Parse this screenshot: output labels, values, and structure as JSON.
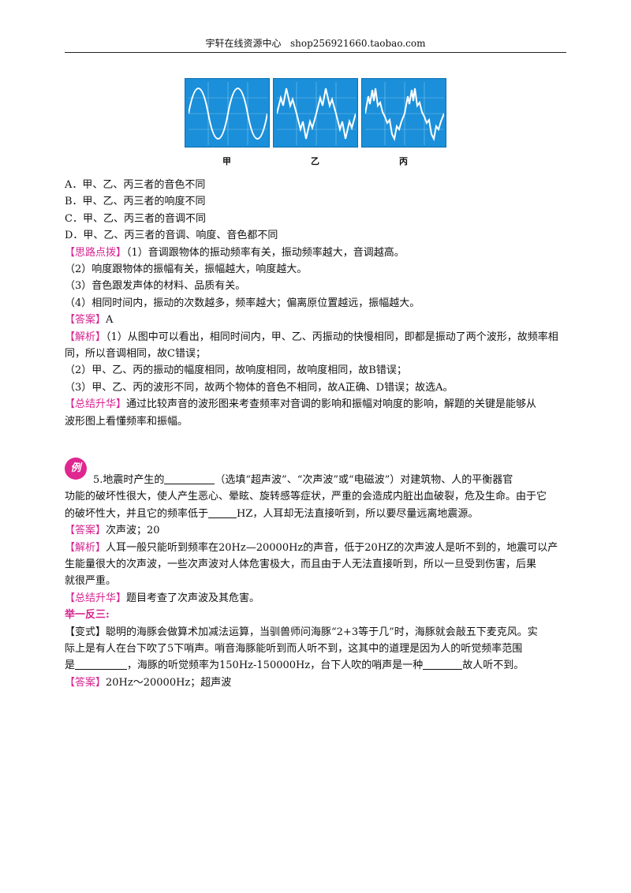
{
  "header": {
    "left": "宇轩在线资源中心",
    "right": "shop256921660.taobao.com"
  },
  "figure": {
    "labels": [
      "甲",
      "乙",
      "丙"
    ]
  },
  "options": [
    "A．甲、乙、丙三者的音色不同",
    "B．甲、乙、丙三者的响度不同",
    "C．甲、乙、丙三者的音调不同",
    "D．甲、乙、丙三者的音调、响度、音色都不同"
  ],
  "q4": {
    "tip_tag": "【思路点拨】",
    "tips": [
      "（1）音调跟物体的振动频率有关，振动频率越大，音调越高。",
      "（2）响度跟物体的振幅有关，振幅越大，响度越大。",
      "（3）音色跟发声体的材料、品质有关。",
      "（4）相同时间内，振动的次数越多，频率越大；偏离原位置越远，振幅越大。"
    ],
    "answer_tag": "【答案】",
    "answer": "A",
    "analysis_tag": "【解析】",
    "analysis": [
      "（1）从图中可以看出，相同时间内，甲、乙、丙振动的快慢相同，即都是振动了两个波形，故频率相",
      "同，所以音调相同，故C错误；",
      "（2）甲、乙、丙的振动的幅度相同，故响度相同，故响度相同，故B错误；",
      "（3）甲、乙、丙的波形不同，故两个物体的音色不相同，故A正确、D错误；故选A。"
    ],
    "summary_tag": "【总结升华】",
    "summary": [
      "通过比较声音的波形图来考查频率对音调的影响和振幅对响度的影响，解题的关键是能够从",
      "波形图上看懂频率和振幅。"
    ]
  },
  "q5": {
    "badge": "例",
    "stem_a": "5.地震时产生的",
    "stem_b": "（选填“超声波”、“次声波”或“电磁波”）对建筑物、人的平衡器官",
    "stem_line2": "功能的破坏性很大，使人产生恶心、晕眩、旋转感等症状，严重的会造成内脏出血破裂，危及生命。由于它",
    "stem_line3a": "的破坏性大，并且它的频率低于",
    "stem_line3b": "HZ，人耳却无法直接听到，所以要尽量远离地震源。",
    "answer_tag": "【答案】",
    "answer": "次声波；20",
    "analysis_tag": "【解析】",
    "analysis": [
      "人耳一般只能听到频率在20Hz—20000Hz的声音，低于20HZ的次声波人是听不到的，地震可以产",
      "生能量很大的次声波，一些次声波对人体危害极大，而且由于人无法直接听到，所以一旦受到伤害，后果",
      "就很严重。"
    ],
    "summary_tag": "【总结升华】",
    "summary": "题目考查了次声波及其危害。"
  },
  "variant": {
    "heading": "举一反三:",
    "tag": "【变式】",
    "line1": "聪明的海豚会做算术加减法运算，当驯兽师问海豚“2+3等于几”时，海豚就会敲五下麦克风。实",
    "line2": "际上是有人在台下吹了5下哨声。哨音海豚能听到而人听不到，这其中的道理是因为人的听觉频率范围",
    "line3a": "是",
    "line3b": "，海豚的听觉频率为150Hz-150000Hz，台下人吹的哨声是一种",
    "line3c": "故人听不到。",
    "answer_tag": "【答案】",
    "answer": "20Hz～20000Hz；超声波"
  }
}
